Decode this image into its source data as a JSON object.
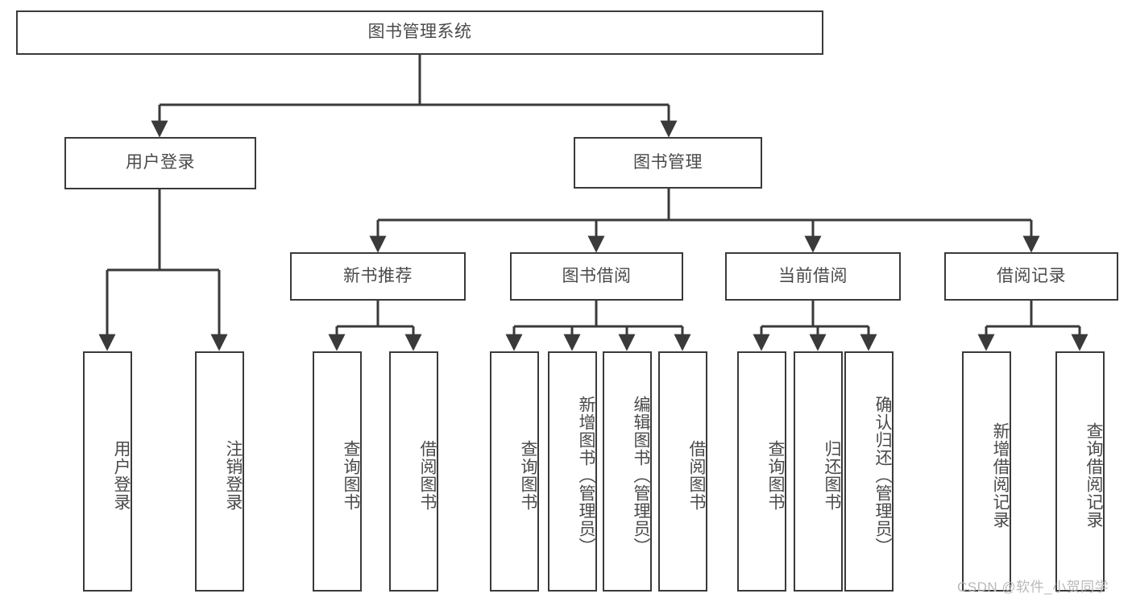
{
  "diagram": {
    "title": "图书管理系统",
    "type": "tree-hierarchy",
    "root": {
      "id": "root",
      "label": "图书管理系统"
    },
    "level2": [
      {
        "id": "user-login",
        "label": "用户登录"
      },
      {
        "id": "book-management",
        "label": "图书管理"
      }
    ],
    "level3": [
      {
        "id": "new-book-recommend",
        "label": "新书推荐",
        "parent": "book-management"
      },
      {
        "id": "book-borrow",
        "label": "图书借阅",
        "parent": "book-management"
      },
      {
        "id": "current-borrow",
        "label": "当前借阅",
        "parent": "book-management"
      },
      {
        "id": "borrow-record",
        "label": "借阅记录",
        "parent": "book-management"
      }
    ],
    "leaves": [
      {
        "id": "leaf-user-login",
        "label": "用户登录",
        "parent": "user-login"
      },
      {
        "id": "leaf-logout-login",
        "label": "注销登录",
        "parent": "user-login"
      },
      {
        "id": "leaf-query-book-1",
        "label": "查询图书",
        "parent": "new-book-recommend"
      },
      {
        "id": "leaf-borrow-book-1",
        "label": "借阅图书",
        "parent": "new-book-recommend"
      },
      {
        "id": "leaf-query-book-2",
        "label": "查询图书",
        "parent": "book-borrow"
      },
      {
        "id": "leaf-add-book",
        "label": "新增图书（管理员）",
        "parent": "book-borrow"
      },
      {
        "id": "leaf-edit-book",
        "label": "编辑图书（管理员）",
        "parent": "book-borrow"
      },
      {
        "id": "leaf-borrow-book-2",
        "label": "借阅图书",
        "parent": "book-borrow"
      },
      {
        "id": "leaf-query-book-3",
        "label": "查询图书",
        "parent": "current-borrow"
      },
      {
        "id": "leaf-return-book",
        "label": "归还图书",
        "parent": "current-borrow"
      },
      {
        "id": "leaf-confirm-return",
        "label": "确认归还（管理员）",
        "parent": "current-borrow"
      },
      {
        "id": "leaf-add-record",
        "label": "新增借阅记录",
        "parent": "borrow-record"
      },
      {
        "id": "leaf-query-record",
        "label": "查询借阅记录",
        "parent": "borrow-record"
      }
    ],
    "colors": {
      "stroke": "#3a3a3a",
      "text": "#4a4a4a",
      "background": "#ffffff",
      "watermark": "#b9b9b9"
    }
  },
  "watermark": {
    "text": "CSDN @软件_小贺同学"
  }
}
